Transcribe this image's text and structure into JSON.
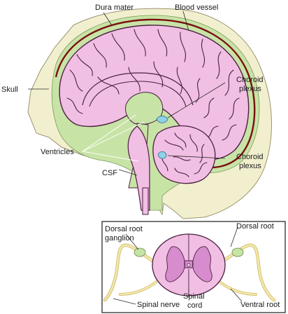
{
  "labels": {
    "dura_mater": "Dura mater",
    "blood_vessel": "Blood vessel",
    "skull": "Skull",
    "choroid_plexus_upper_1": "Choroid",
    "choroid_plexus_upper_2": "plexus",
    "choroid_plexus_lower_1": "Choroid",
    "choroid_plexus_lower_2": "plexus",
    "ventricles": "Ventricles",
    "csf": "CSF",
    "dorsal_root_ganglion_1": "Dorsal root",
    "dorsal_root_ganglion_2": "ganglion",
    "dorsal_root": "Dorsal root",
    "spinal_nerve": "Spinal nerve",
    "spinal_cord_1": "Spinal",
    "spinal_cord_2": "cord",
    "ventral_root": "Ventral root"
  },
  "colors": {
    "skull": "#f2efcf",
    "brain": "#f1bfe3",
    "brain_outline": "#4a1f40",
    "csf": "#c8e3a6",
    "dura_mater": "#7a1010",
    "choroid_plexus": "#8fd1e6",
    "grey_matter": "#d78ccd",
    "nerve_root": "#f3e6a6"
  }
}
